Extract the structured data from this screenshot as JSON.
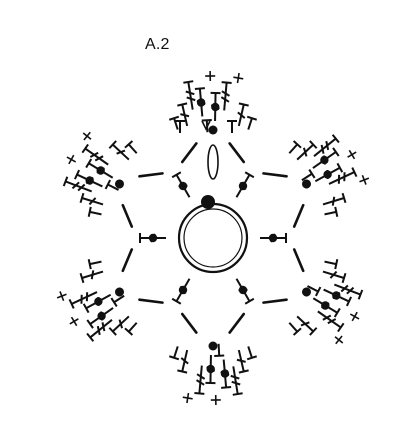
{
  "chart": {
    "title": "A.2",
    "ink_color": "#111111",
    "background_color": "#ffffff",
    "symbols": [
      "magic-ring",
      "chain-stitch",
      "slip-stitch",
      "single-crochet",
      "half-double-crochet",
      "double-crochet",
      "treble-crochet",
      "picot-plus"
    ],
    "petal_count": 6,
    "per_petal_stitches": [
      "chain-stitch",
      "double-crochet",
      "treble-crochet",
      "treble-crochet",
      "double-crochet",
      "single-crochet",
      "double-crochet",
      "treble-crochet",
      "treble-crochet",
      "double-crochet",
      "chain-stitch"
    ],
    "inner_spoke_stitch": "double-crochet",
    "chain_arc_stitch": "chain-stitch"
  }
}
